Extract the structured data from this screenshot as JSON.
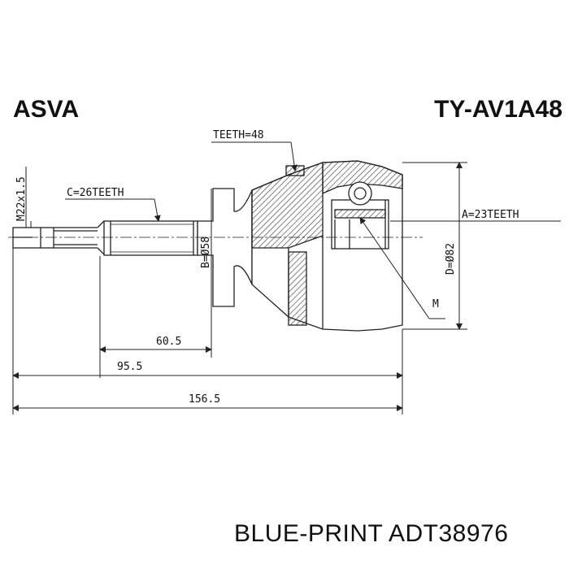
{
  "header": {
    "brand": "ASVA",
    "part_number": "TY-AV1A48"
  },
  "labels": {
    "teeth_outer": "TEETH=48",
    "spline_c": "C=26TEETH",
    "thread": "M22x1.5",
    "diameter_b": "B=Ø58",
    "spline_a": "A=23TEETH",
    "diameter_d": "D=Ø82",
    "marker_m": "M"
  },
  "dimensions": {
    "dim_1": "60.5",
    "dim_2": "95.5",
    "dim_3": "156.5"
  },
  "footer": {
    "text": "BLUE-PRINT ADT38976"
  },
  "colors": {
    "line": "#222222",
    "background": "#ffffff"
  }
}
